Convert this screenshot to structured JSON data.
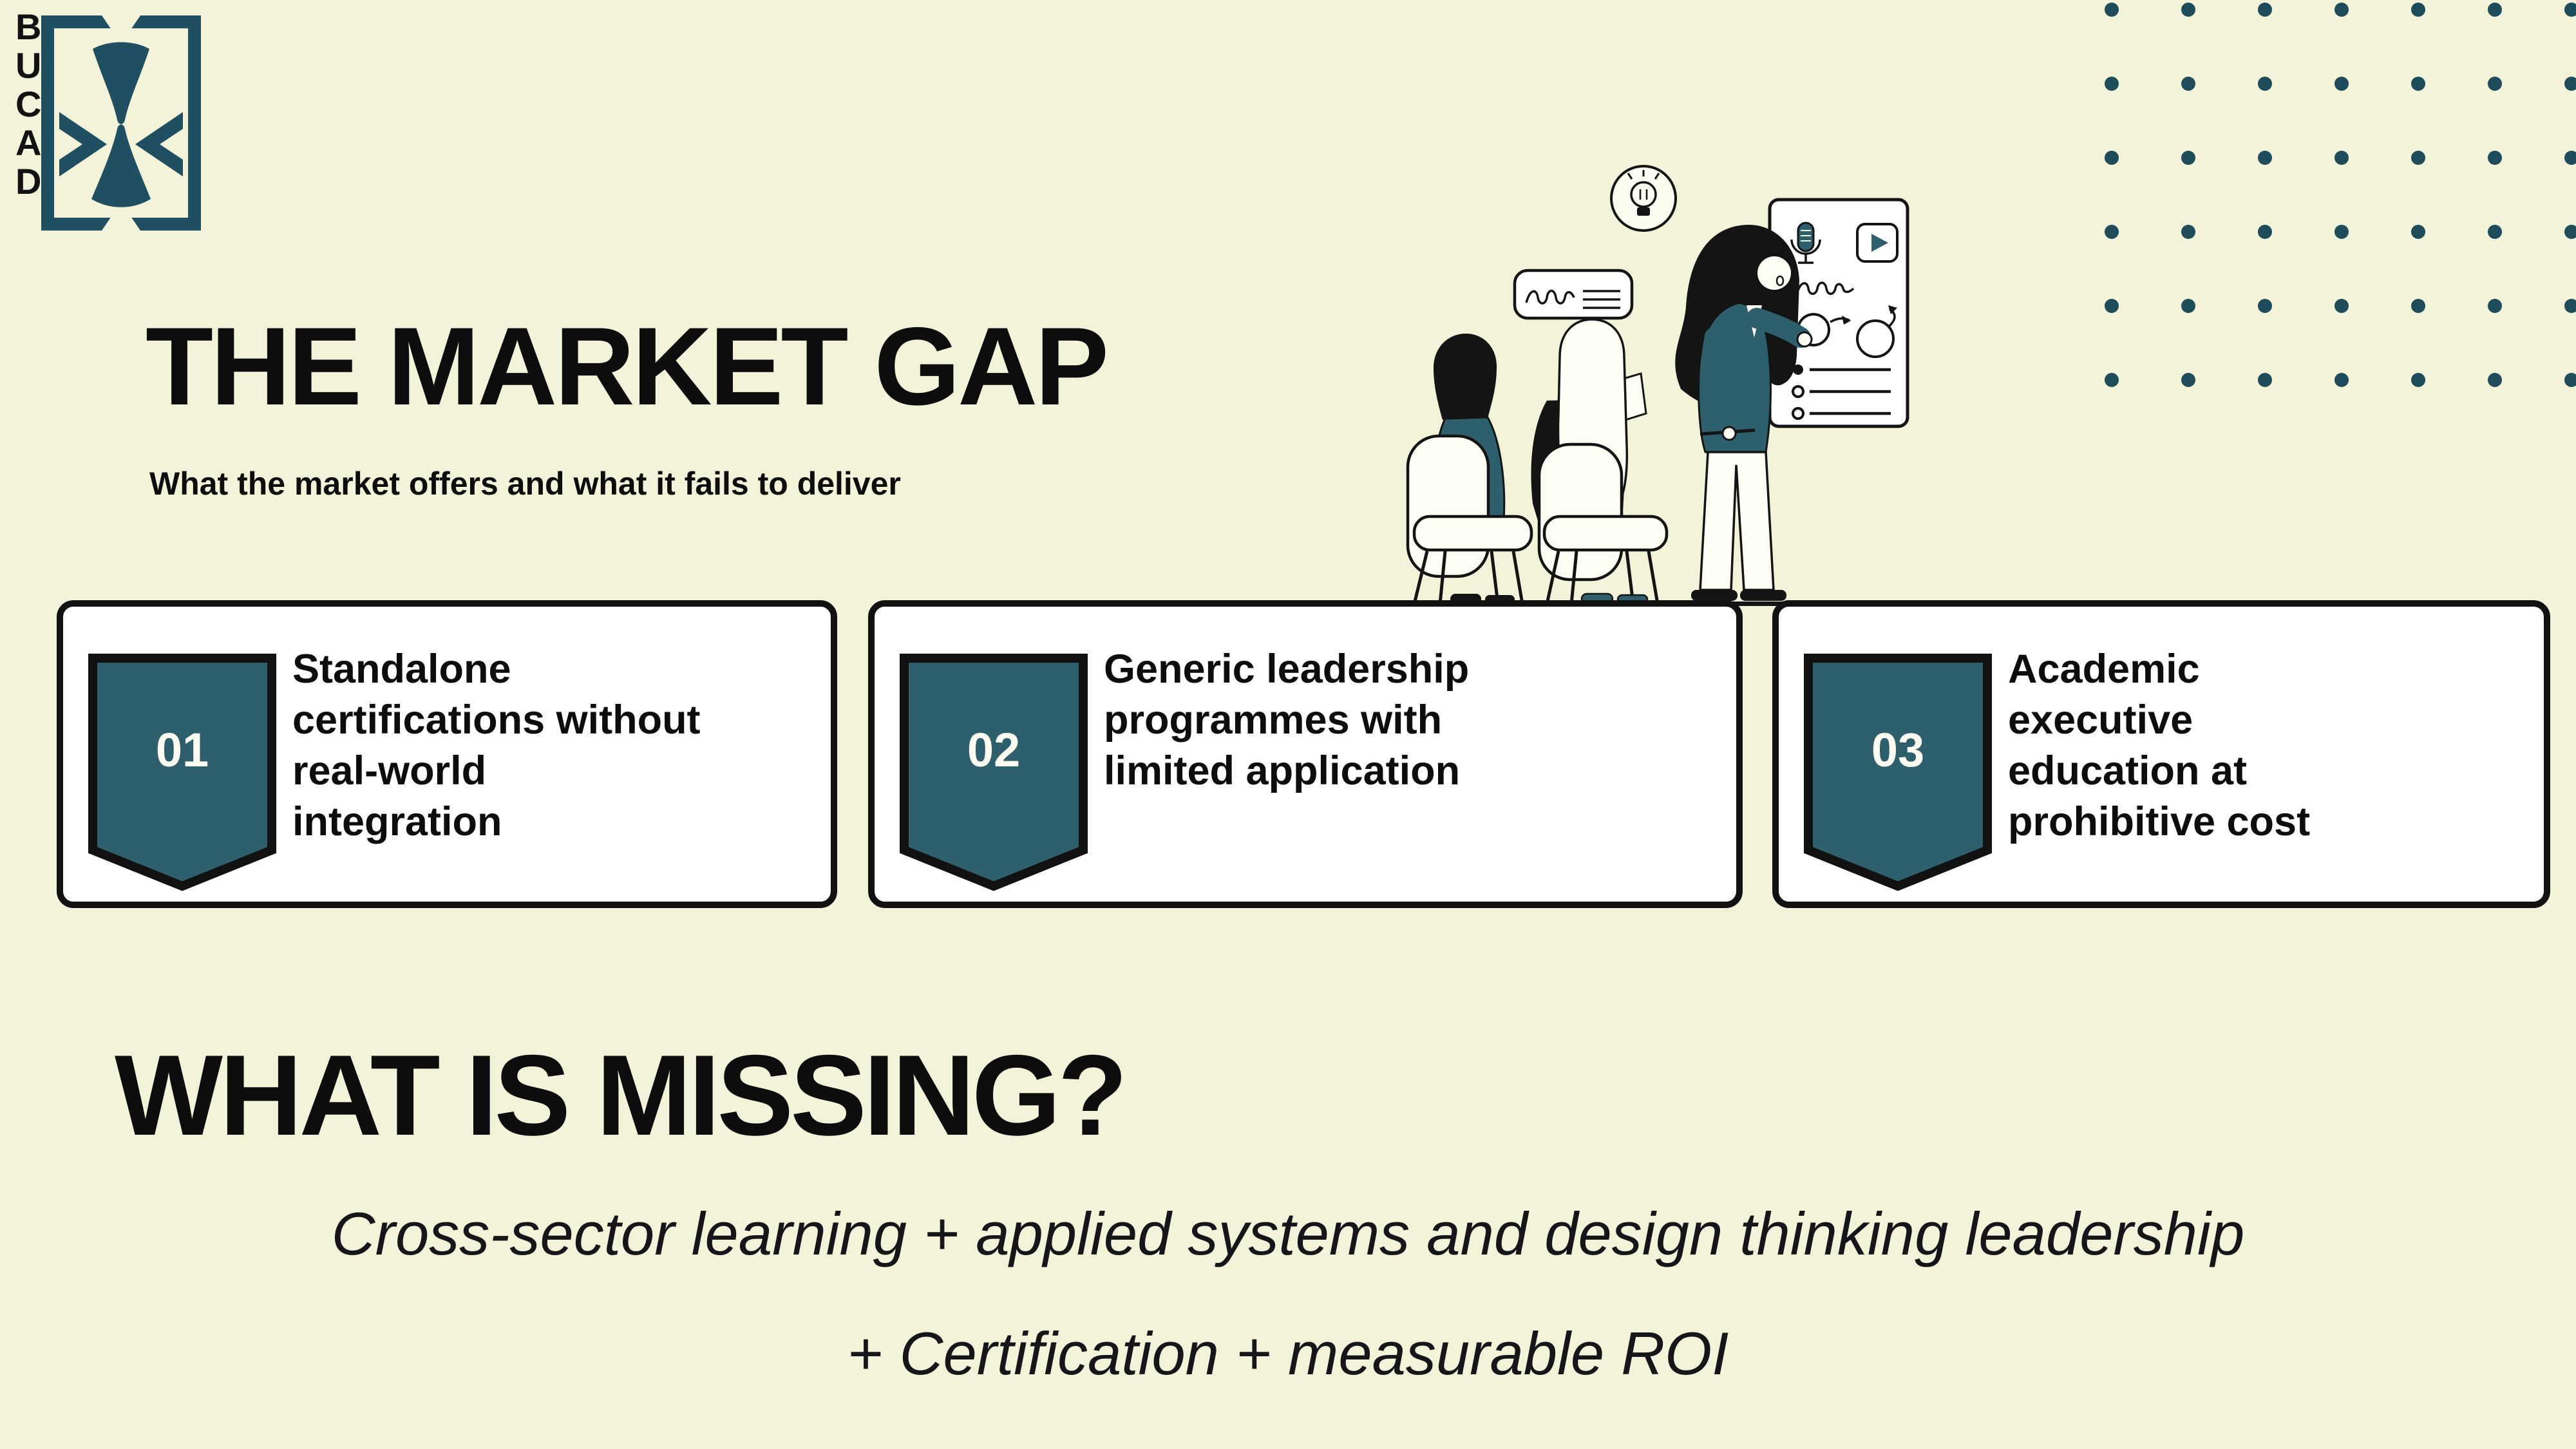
{
  "colors": {
    "background": "#F2F3D9",
    "teal": "#2E5F6D",
    "teal_dark": "#1F4C5B",
    "ink": "#111111",
    "card_bg": "#FFFFFF",
    "number_text": "#FCFCF2"
  },
  "logo": {
    "letters": [
      "B",
      "U",
      "C",
      "A",
      "D"
    ]
  },
  "header": {
    "title": "THE MARKET GAP",
    "subtitle": "What the market offers and what it fails to deliver"
  },
  "cards": [
    {
      "number": "01",
      "text": "Standalone\ncertifications without\nreal-world\nintegration"
    },
    {
      "number": "02",
      "text": "Generic leadership\nprogrammes with\nlimited application"
    },
    {
      "number": "03",
      "text": "Academic\nexecutive\neducation at\nprohibitive cost"
    }
  ],
  "missing": {
    "heading": "WHAT IS MISSING?",
    "line1": "Cross-sector learning + applied systems and design thinking leadership",
    "line2": "+ Certification + measurable ROI"
  }
}
